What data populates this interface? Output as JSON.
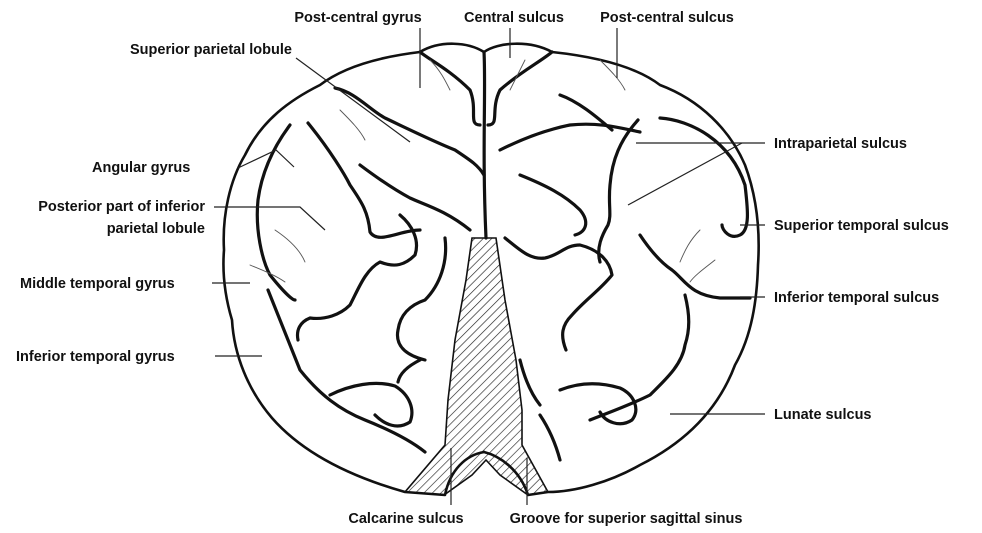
{
  "labels": {
    "post_central_gyrus": "Post-central gyrus",
    "central_sulcus": "Central sulcus",
    "post_central_sulcus": "Post-central sulcus",
    "superior_parietal_lobule": "Superior parietal lobule",
    "angular_gyrus": "Angular gyrus",
    "posterior_inferior_parietal_line1": "Posterior part of inferior",
    "posterior_inferior_parietal_line2": "parietal lobule",
    "middle_temporal_gyrus": "Middle temporal gyrus",
    "inferior_temporal_gyrus": "Inferior temporal gyrus",
    "intraparietal_sulcus": "Intraparietal sulcus",
    "superior_temporal_sulcus": "Superior temporal sulcus",
    "inferior_temporal_sulcus": "Inferior temporal sulcus",
    "lunate_sulcus": "Lunate sulcus",
    "calcarine_sulcus": "Calcarine sulcus",
    "groove_superior_sagittal_sinus": "Groove for superior sagittal sinus"
  },
  "colors": {
    "ink": "#111111",
    "background": "#ffffff"
  }
}
